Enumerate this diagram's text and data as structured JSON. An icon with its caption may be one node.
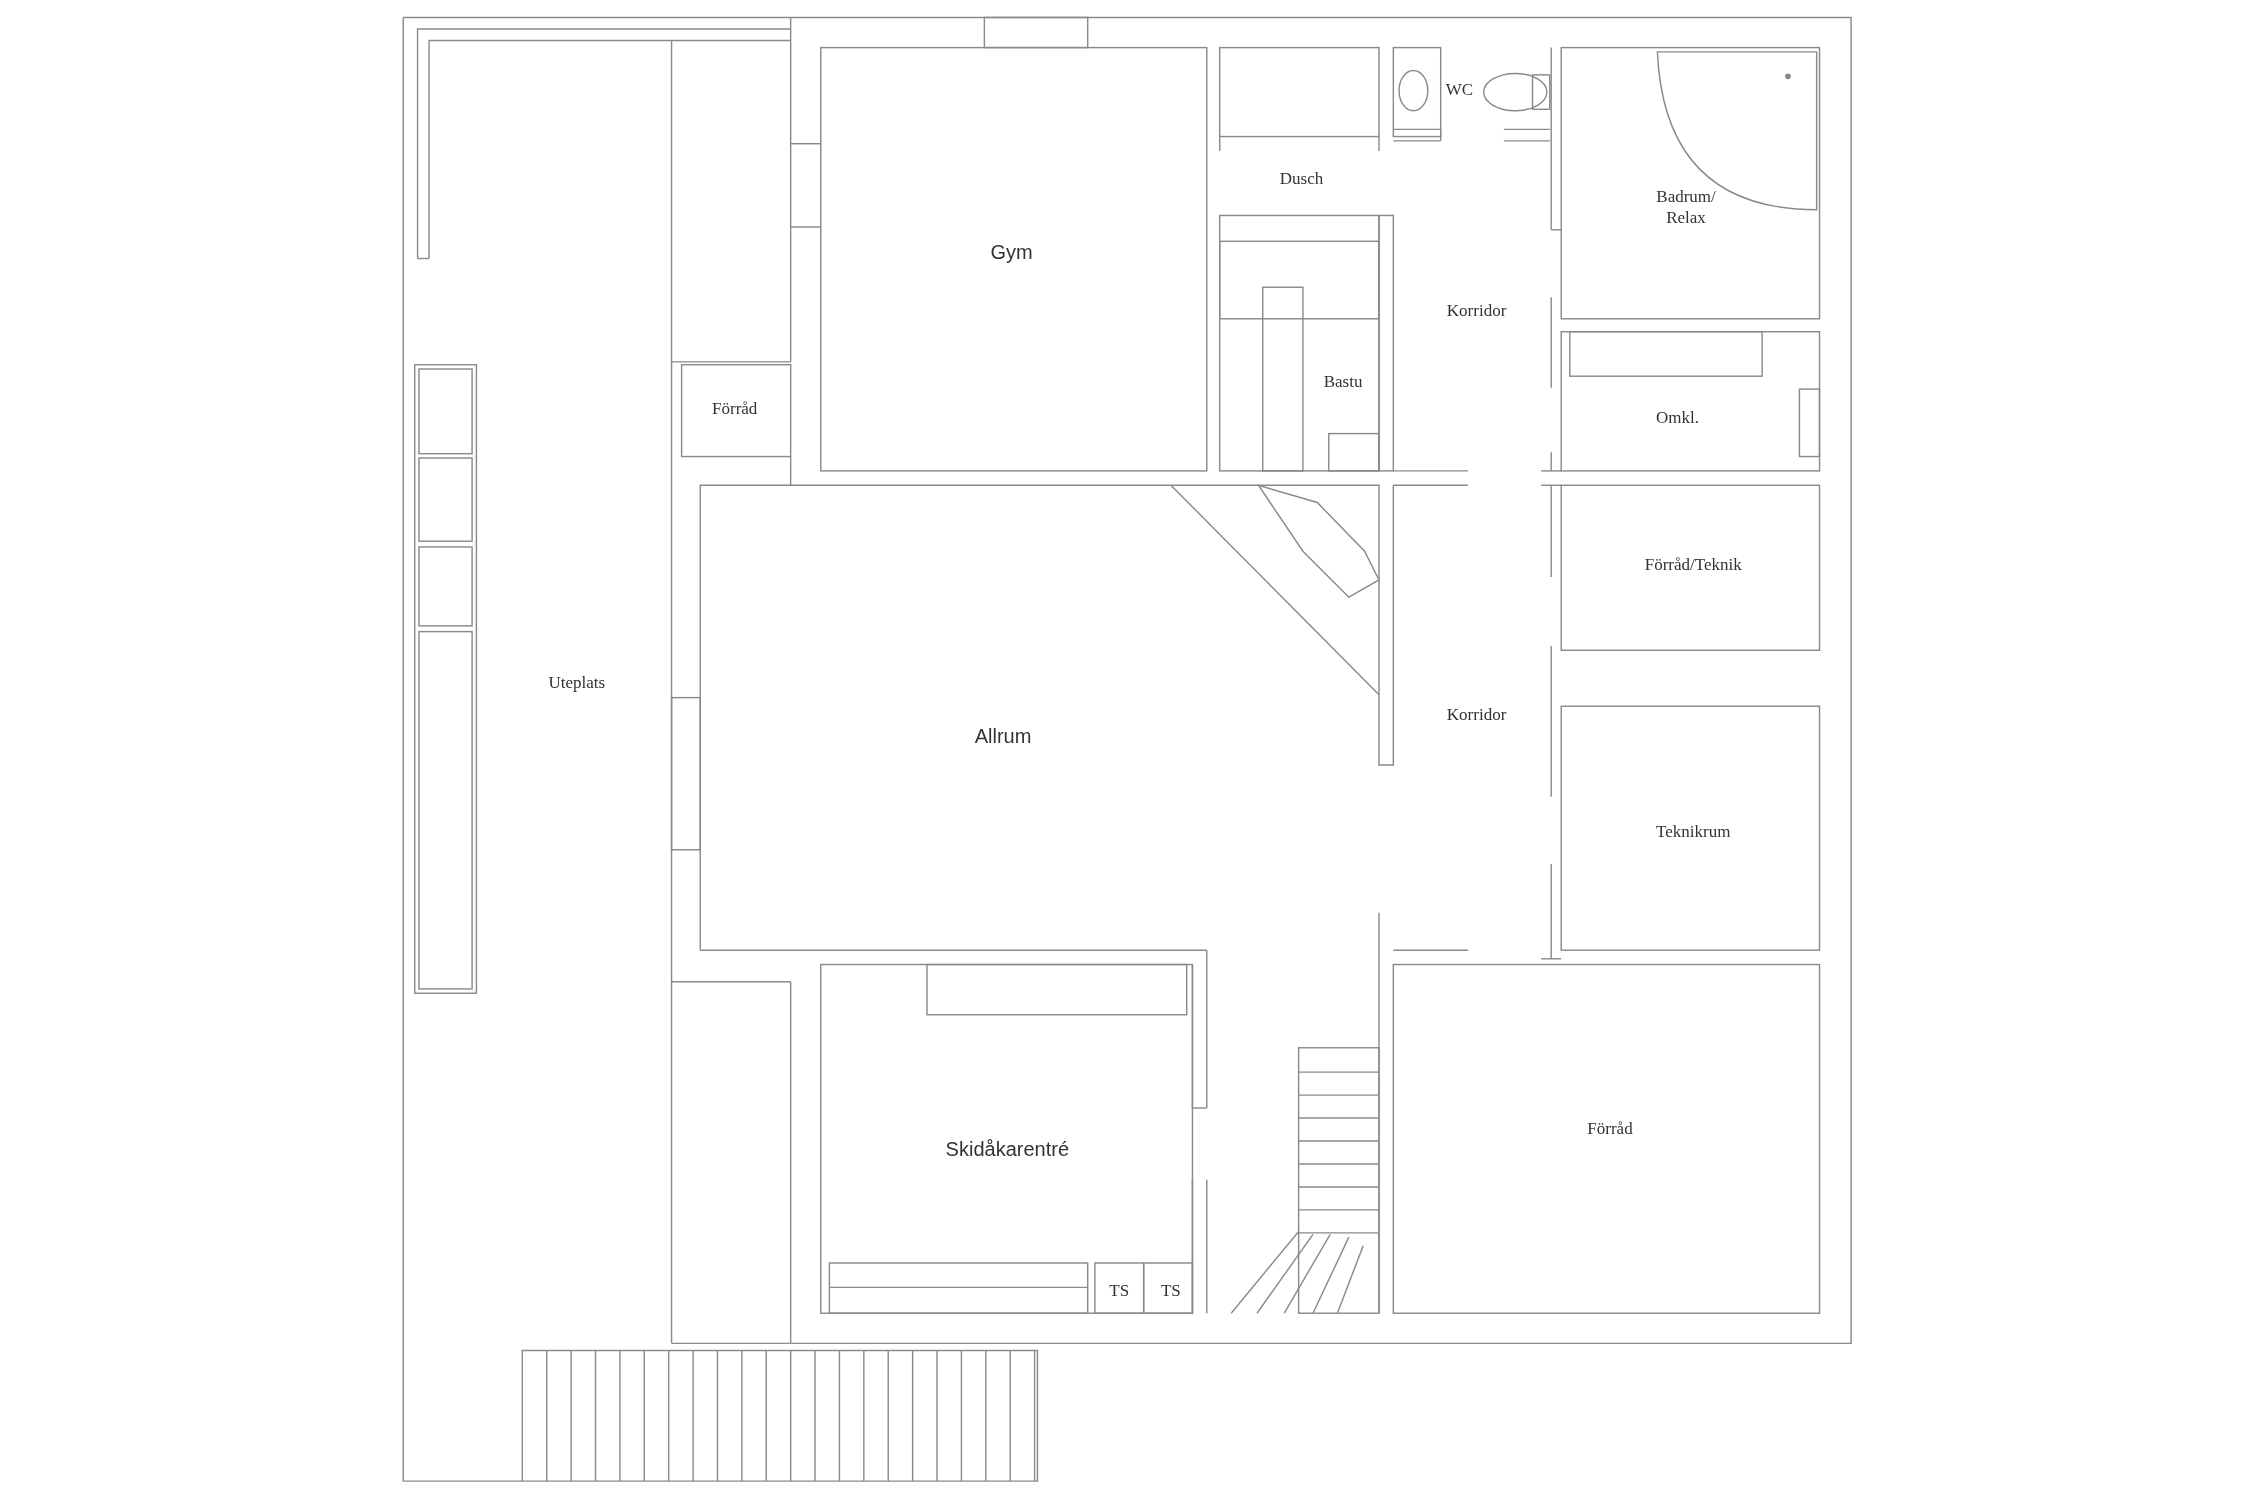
{
  "diagram": {
    "labels": [
      "Dusch",
      "WC",
      "Badrum/ Relax",
      "Gym",
      "Korridor",
      "Förråd",
      "Bastu",
      "Omkl.",
      "Förråd/Teknik",
      "Uteplats",
      "Allrum",
      "Korridor",
      "Teknikrum",
      "Förråd",
      "Skidåkarentré",
      "TS",
      "TS"
    ]
  }
}
